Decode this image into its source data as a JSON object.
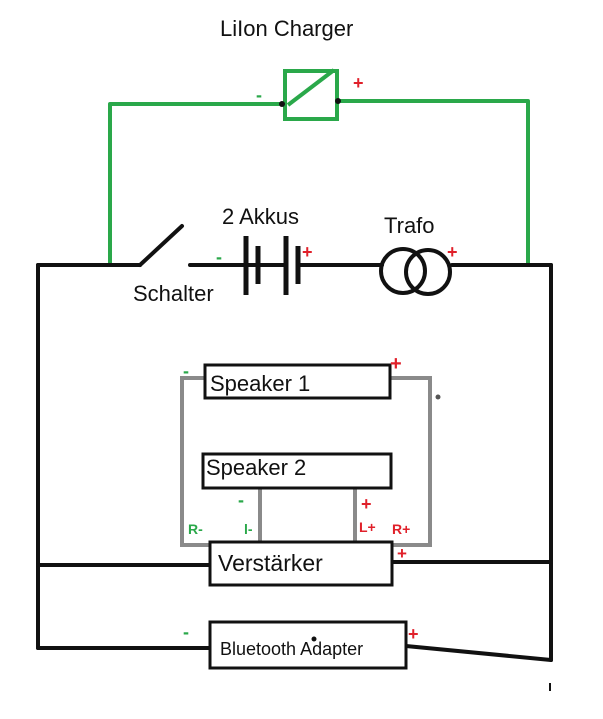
{
  "labels": {
    "charger_title": "LiIon Charger",
    "battery": "2 Akkus",
    "transformer": "Trafo",
    "switch": "Schalter",
    "speaker1": "Speaker 1",
    "speaker2": "Speaker 2",
    "amplifier": "Verstärker",
    "bluetooth": "Bluetooth Adapter"
  },
  "polarity": {
    "plus": "+",
    "minus": "-"
  },
  "amp_terminals": {
    "r_minus": "R-",
    "l_minus": "l-",
    "l_plus": "L+",
    "r_plus": "R+"
  },
  "colors": {
    "wire_black": "#111111",
    "wire_green": "#2aa84a",
    "wire_gray": "#8a8a8a",
    "plus_red": "#e0202a",
    "minus_green": "#2aa84a"
  }
}
